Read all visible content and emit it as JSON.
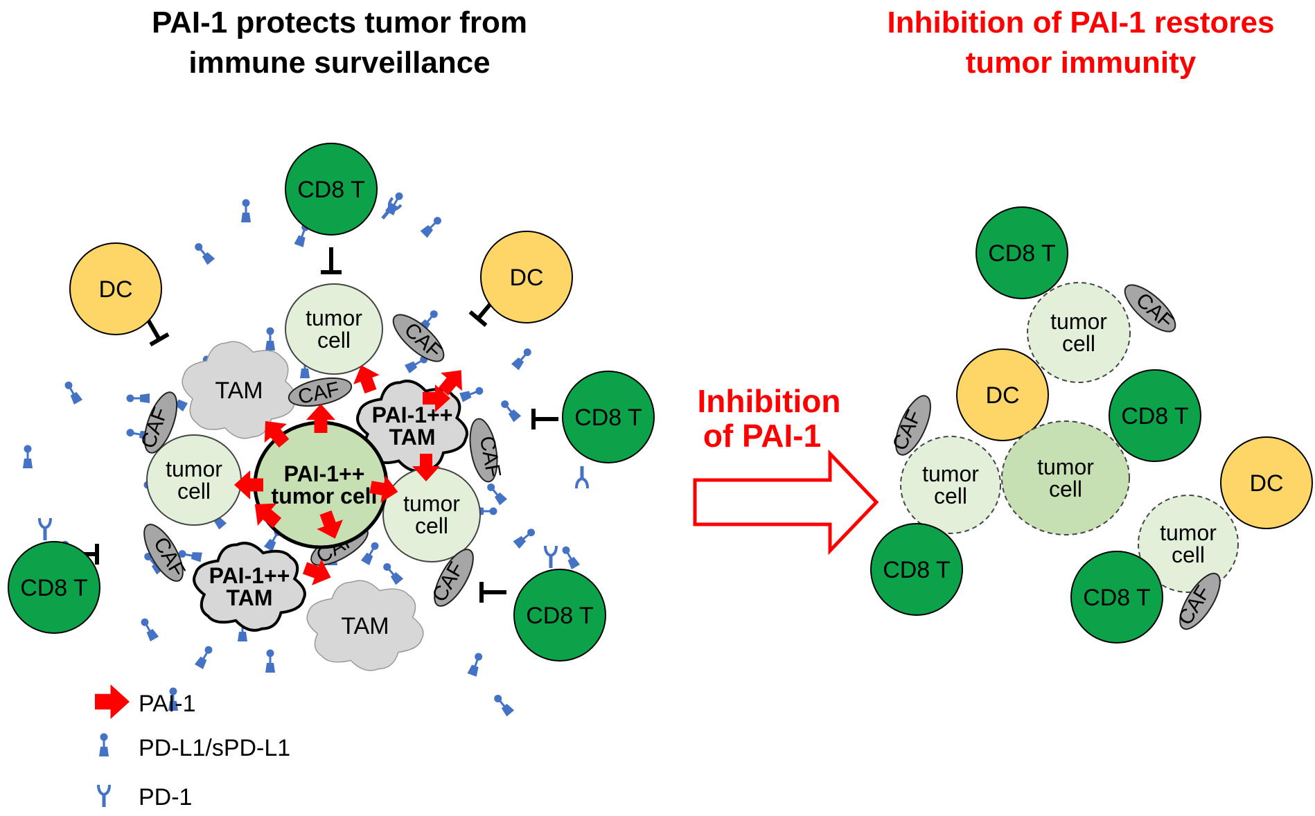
{
  "titles": {
    "left_line1": "PAI-1 protects tumor from",
    "left_line2": "immune surveillance",
    "right_line1": "Inhibition of PAI-1 restores",
    "right_line2": "tumor immunity"
  },
  "arrow": {
    "line1": "Inhibition",
    "line2": "of PAI-1"
  },
  "labels": {
    "cd8": "CD8 T",
    "dc": "DC",
    "caf": "CAF",
    "tam": "TAM",
    "tumor1": "tumor",
    "tumor2": "cell",
    "pai_plus": "PAI-1++",
    "pai_tumor": "tumor cell"
  },
  "legend": {
    "pai1": "PAI-1",
    "pdl1": "PD-L1/sPD-L1",
    "pd1": "PD-1"
  },
  "colors": {
    "cd8": "#0ca24a",
    "dc": "#fdd667",
    "tumor": "#e3f0d9",
    "pai_tumor": "#c6e0b4",
    "tam": "#d7d7d7",
    "caf": "#a6a6a6",
    "pai1_arrow": "#ff0000",
    "pdl1": "#4472c4",
    "inhibition": "#000000",
    "right_title": "#ff0000"
  }
}
